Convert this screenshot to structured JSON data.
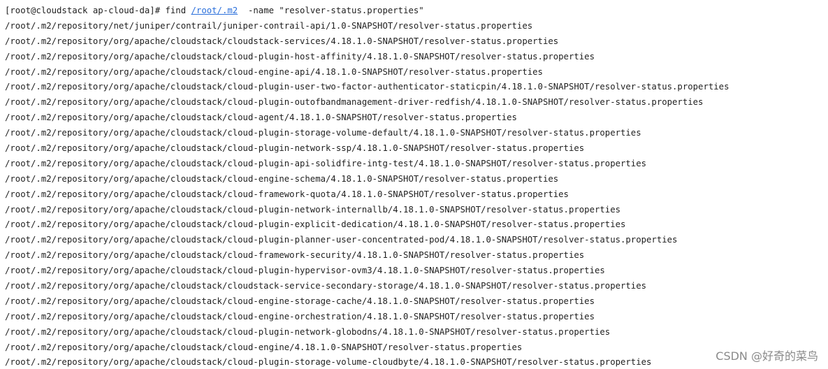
{
  "terminal": {
    "prompt": "[root@cloudstack ap-cloud-da]# find ",
    "link_path": "/root/.m2",
    "command_rest": "  -name \"resolver-status.properties\"",
    "output_lines": [
      "/root/.m2/repository/net/juniper/contrail/juniper-contrail-api/1.0-SNAPSHOT/resolver-status.properties",
      "/root/.m2/repository/org/apache/cloudstack/cloudstack-services/4.18.1.0-SNAPSHOT/resolver-status.properties",
      "/root/.m2/repository/org/apache/cloudstack/cloud-plugin-host-affinity/4.18.1.0-SNAPSHOT/resolver-status.properties",
      "/root/.m2/repository/org/apache/cloudstack/cloud-engine-api/4.18.1.0-SNAPSHOT/resolver-status.properties",
      "/root/.m2/repository/org/apache/cloudstack/cloud-plugin-user-two-factor-authenticator-staticpin/4.18.1.0-SNAPSHOT/resolver-status.properties",
      "/root/.m2/repository/org/apache/cloudstack/cloud-plugin-outofbandmanagement-driver-redfish/4.18.1.0-SNAPSHOT/resolver-status.properties",
      "/root/.m2/repository/org/apache/cloudstack/cloud-agent/4.18.1.0-SNAPSHOT/resolver-status.properties",
      "/root/.m2/repository/org/apache/cloudstack/cloud-plugin-storage-volume-default/4.18.1.0-SNAPSHOT/resolver-status.properties",
      "/root/.m2/repository/org/apache/cloudstack/cloud-plugin-network-ssp/4.18.1.0-SNAPSHOT/resolver-status.properties",
      "/root/.m2/repository/org/apache/cloudstack/cloud-plugin-api-solidfire-intg-test/4.18.1.0-SNAPSHOT/resolver-status.properties",
      "/root/.m2/repository/org/apache/cloudstack/cloud-engine-schema/4.18.1.0-SNAPSHOT/resolver-status.properties",
      "/root/.m2/repository/org/apache/cloudstack/cloud-framework-quota/4.18.1.0-SNAPSHOT/resolver-status.properties",
      "/root/.m2/repository/org/apache/cloudstack/cloud-plugin-network-internallb/4.18.1.0-SNAPSHOT/resolver-status.properties",
      "/root/.m2/repository/org/apache/cloudstack/cloud-plugin-explicit-dedication/4.18.1.0-SNAPSHOT/resolver-status.properties",
      "/root/.m2/repository/org/apache/cloudstack/cloud-plugin-planner-user-concentrated-pod/4.18.1.0-SNAPSHOT/resolver-status.properties",
      "/root/.m2/repository/org/apache/cloudstack/cloud-framework-security/4.18.1.0-SNAPSHOT/resolver-status.properties",
      "/root/.m2/repository/org/apache/cloudstack/cloud-plugin-hypervisor-ovm3/4.18.1.0-SNAPSHOT/resolver-status.properties",
      "/root/.m2/repository/org/apache/cloudstack/cloudstack-service-secondary-storage/4.18.1.0-SNAPSHOT/resolver-status.properties",
      "/root/.m2/repository/org/apache/cloudstack/cloud-engine-storage-cache/4.18.1.0-SNAPSHOT/resolver-status.properties",
      "/root/.m2/repository/org/apache/cloudstack/cloud-engine-orchestration/4.18.1.0-SNAPSHOT/resolver-status.properties",
      "/root/.m2/repository/org/apache/cloudstack/cloud-plugin-network-globodns/4.18.1.0-SNAPSHOT/resolver-status.properties",
      "/root/.m2/repository/org/apache/cloudstack/cloud-engine/4.18.1.0-SNAPSHOT/resolver-status.properties",
      "/root/.m2/repository/org/apache/cloudstack/cloud-plugin-storage-volume-cloudbyte/4.18.1.0-SNAPSHOT/resolver-status.properties"
    ]
  },
  "watermark": "CSDN @好奇的菜鸟",
  "colors": {
    "background": "#ffffff",
    "text": "#1f1f1f",
    "link": "#2a6fdb",
    "watermark": "#8a8a8a"
  }
}
